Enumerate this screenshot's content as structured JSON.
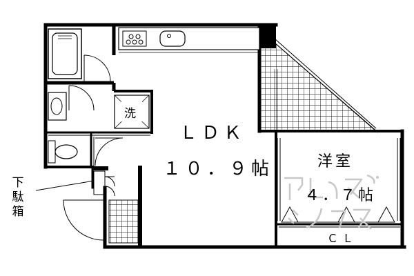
{
  "rooms": {
    "ldk_name": "ＬＤＫ",
    "ldk_size": "１０．９帖",
    "western_name": "洋室",
    "western_size": "４．７帖",
    "closet": "ＣＬ",
    "washer": "洗"
  },
  "callout": {
    "shoe_box_chars": [
      "下",
      "駄",
      "箱"
    ]
  },
  "colors": {
    "line": "#000000",
    "background": "#ffffff",
    "watermark": "#c8c8c8"
  },
  "icons": [
    "bathtub-icon",
    "sink-icon",
    "stove-icon",
    "toilet-icon",
    "washbasin-icon"
  ]
}
